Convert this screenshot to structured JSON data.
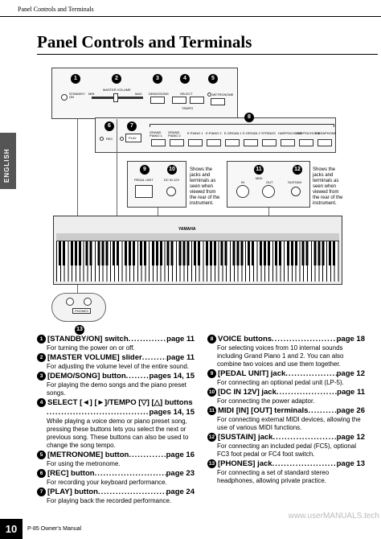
{
  "running_head": "Panel Controls and Terminals",
  "page_title": "Panel Controls and Terminals",
  "side_tab": "ENGLISH",
  "panel_labels": {
    "standby": "STANDBY/ ON",
    "min": "MIN",
    "master_volume": "MASTER VOLUME",
    "max": "MAX",
    "demo_song": "DEMO/SONG",
    "select": "SELECT",
    "tempo": "TEMPO",
    "metronome": "METRONOME",
    "rec": "REC",
    "play": "PLAY",
    "pedal_unit": "PEDAL UNIT",
    "dc_in": "DC IN 12V",
    "midi": "MIDI",
    "midi_in": "IN",
    "midi_out": "OUT",
    "sustain": "SUSTAIN",
    "phones": "PHONES",
    "brand": "YAMAHA"
  },
  "voices": [
    "GRAND PIANO 1",
    "GRAND PIANO 2",
    "E.PIANO 1",
    "E.PIANO 2",
    "E.ORGAN 1",
    "E.ORGAN 2",
    "STRINGS",
    "HARPSICHORD",
    "HARPSICHORD",
    "VIBRAPHONE"
  ],
  "callout_numbers": [
    "1",
    "2",
    "3",
    "4",
    "5",
    "6",
    "7",
    "8",
    "9",
    "10",
    "11",
    "12",
    "13"
  ],
  "side_note_1": "Shows the jacks and terminals as seen when viewed from the rear of the instrument.",
  "side_note_2": "Shows the jacks and terminals as seen when viewed from the rear of the instrument.",
  "items_left": [
    {
      "num": "1",
      "label": "[STANDBY/ON] switch",
      "dots": "...............",
      "page": "page 11",
      "desc": "For turning the power on or off."
    },
    {
      "num": "2",
      "label": "[MASTER VOLUME] slider",
      "dots": "...........",
      "page": "page 11",
      "desc": "For adjusting the volume level of the entire sound."
    },
    {
      "num": "3",
      "label": "[DEMO/SONG] button",
      "dots": ".........",
      "page": "pages 14, 15",
      "desc": "For playing the demo songs and the piano preset songs."
    },
    {
      "num": "4",
      "label": "SELECT [◄] [►]/TEMPO [▽] [△] buttons",
      "dots": "",
      "page": "",
      "desc": "",
      "line2": "pages 14, 15",
      "desc2": "While playing a voice demo or piano preset song, pressing these buttons lets you select the next or previous song. These buttons can also be used to change the song tempo."
    },
    {
      "num": "5",
      "label": "[METRONOME] button",
      "dots": "...............",
      "page": "page 16",
      "desc": "For using the metronome."
    },
    {
      "num": "6",
      "label": "[REC] button",
      "dots": "..........................",
      "page": "page 23",
      "desc": "For recording your keyboard performance."
    },
    {
      "num": "7",
      "label": "[PLAY] button",
      "dots": "............................",
      "page": "page 24",
      "desc": "For playing back the recorded performance."
    }
  ],
  "items_right": [
    {
      "num": "8",
      "label": "VOICE buttons",
      "dots": "...............................",
      "page": "page 18",
      "desc": "For selecting voices from 10 internal sounds including Grand Piano 1 and 2. You can also combine two voices and use them together."
    },
    {
      "num": "9",
      "label": "[PEDAL UNIT] jack",
      "dots": ".......................",
      "page": "page 12",
      "desc": "For connecting an optional pedal unit (LP-5)."
    },
    {
      "num": "10",
      "label": "[DC IN 12V] jack",
      "dots": ".........................",
      "page": "page 11",
      "desc": "For connecting the power adaptor."
    },
    {
      "num": "11",
      "label": "MIDI [IN] [OUT] terminals",
      "dots": "..........",
      "page": "page 26",
      "desc": "For connecting external MIDI devices, allowing the use of various MIDI functions."
    },
    {
      "num": "12",
      "label": "[SUSTAIN] jack",
      "dots": "............................",
      "page": "page 12",
      "desc": "For connecting an included pedal (FC5), optional FC3 foot pedal or FC4 foot switch."
    },
    {
      "num": "13",
      "label": "[PHONES] jack",
      "dots": ".............................",
      "page": "page 13",
      "desc": "For connecting a set of standard stereo headphones, allowing private practice."
    }
  ],
  "footer_page": "10",
  "footer_text": "P-85 Owner's Manual",
  "watermark": "www.userMANUALS.tech"
}
